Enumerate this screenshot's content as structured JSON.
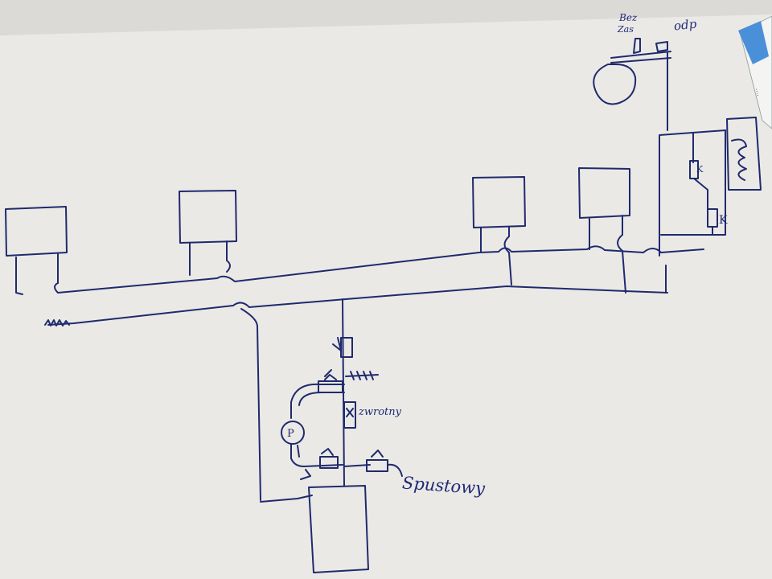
{
  "labels": {
    "bez": "Bez",
    "zas": "Zas",
    "odp": "odp",
    "zwrotny": "zwrotny",
    "spustowy": "Spustowy"
  },
  "valve_marks": {
    "k_upper": "K",
    "k_lower": "K"
  },
  "pump_symbol": "P",
  "colors": {
    "ink": "#1f2a6e",
    "paper": "#eceae6",
    "marker_cap": "#4a90d9"
  }
}
